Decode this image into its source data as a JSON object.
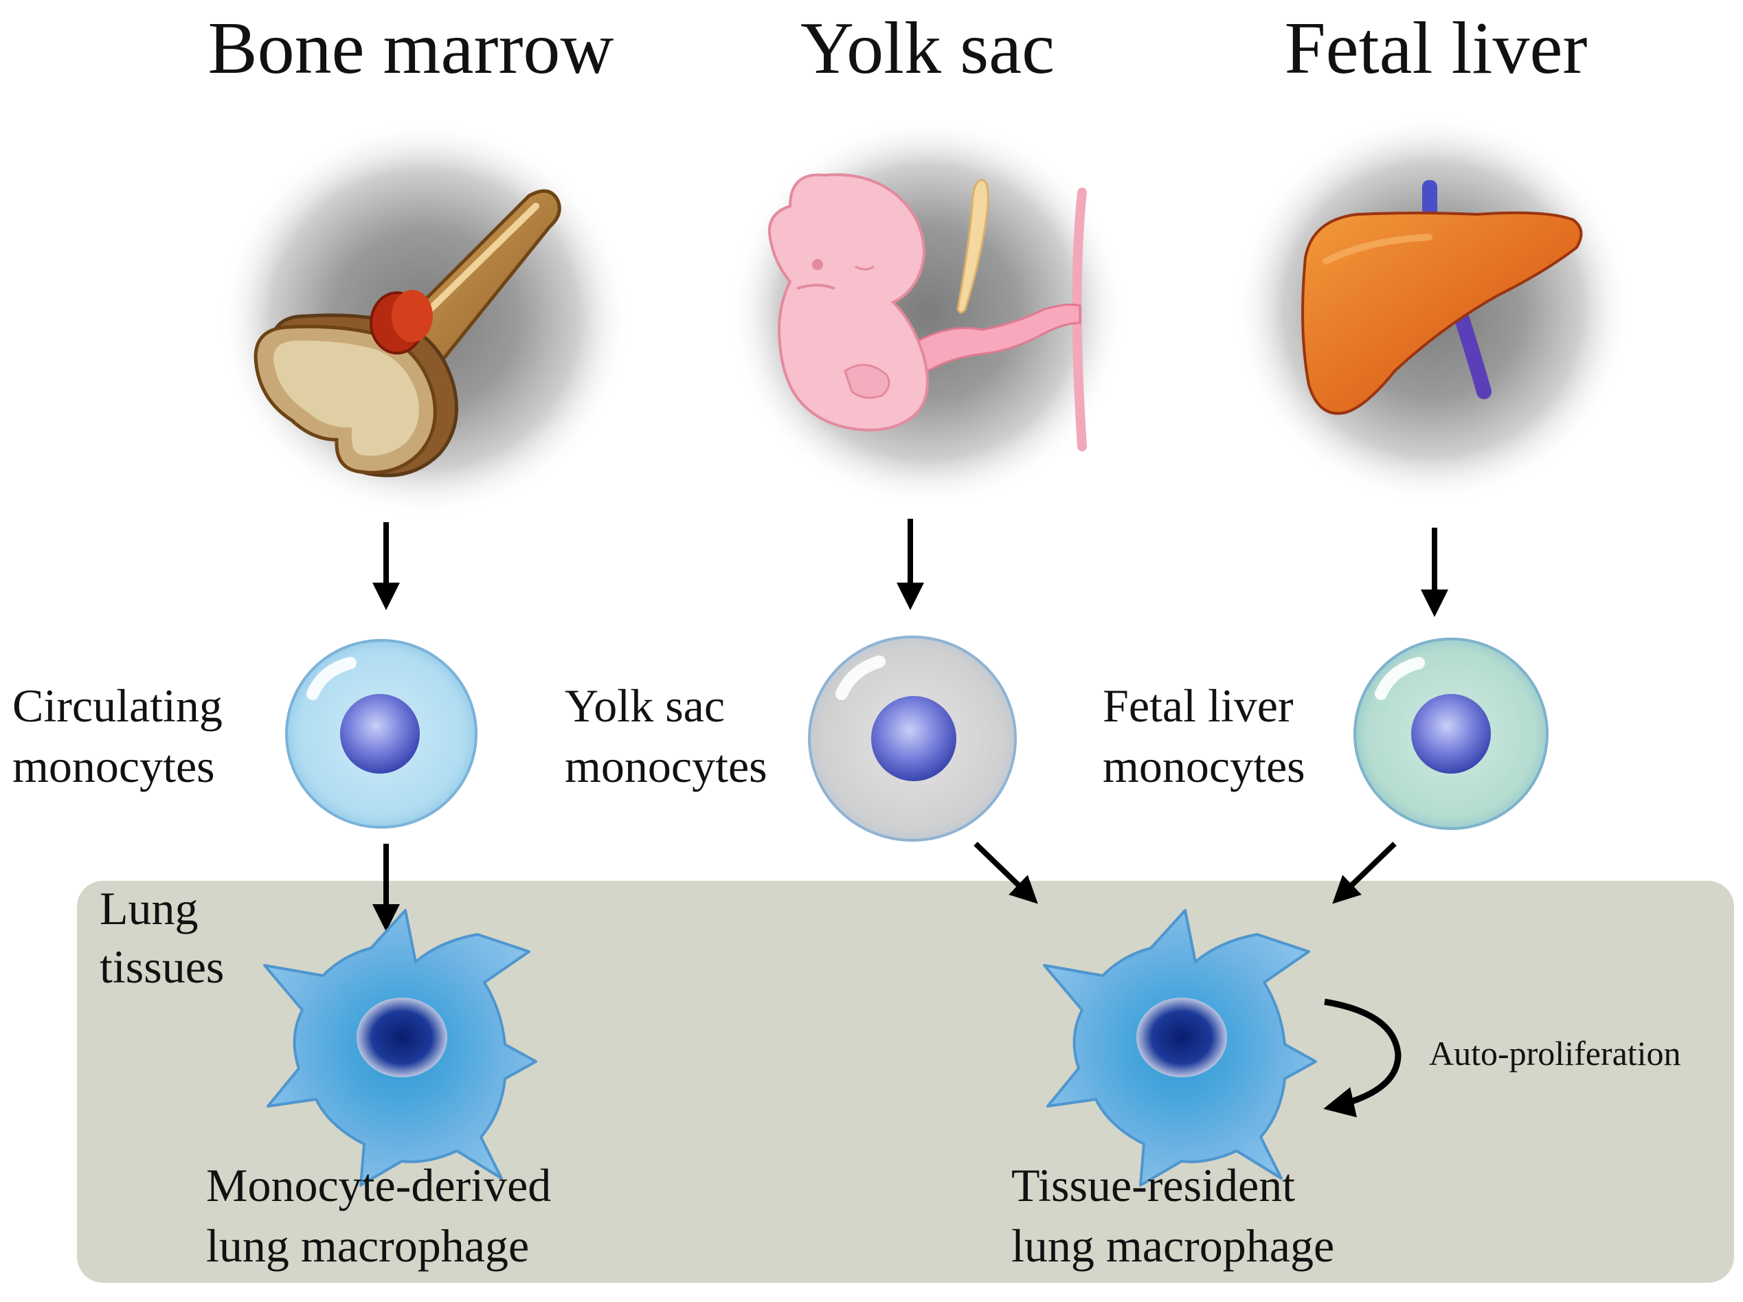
{
  "sources": {
    "bone_marrow": "Bone marrow",
    "yolk_sac": "Yolk sac",
    "fetal_liver": "Fetal liver"
  },
  "monocytes": {
    "circulating": [
      "Circulating",
      "monocytes"
    ],
    "yolk_sac": [
      "Yolk sac",
      "monocytes"
    ],
    "fetal_liver": [
      "Fetal liver",
      "monocytes"
    ]
  },
  "tissue": {
    "label": [
      "Lung",
      "tissues"
    ]
  },
  "macrophages": {
    "monocyte_derived": [
      "Monocyte-derived",
      "lung macrophage"
    ],
    "tissue_resident": [
      "Tissue-resident",
      "lung macrophage"
    ]
  },
  "process": {
    "auto_proliferation": "Auto-proliferation"
  },
  "colors": {
    "tissue_box": "#d3d6c8",
    "circulating_cell": "#b6def1",
    "yolk_sac_cell": "#d4d4d4",
    "fetal_liver_cell": "#b7ddd2",
    "nucleus": "#6f78d4",
    "macrophage": "#6fb4e4",
    "arrow": "#000000"
  }
}
